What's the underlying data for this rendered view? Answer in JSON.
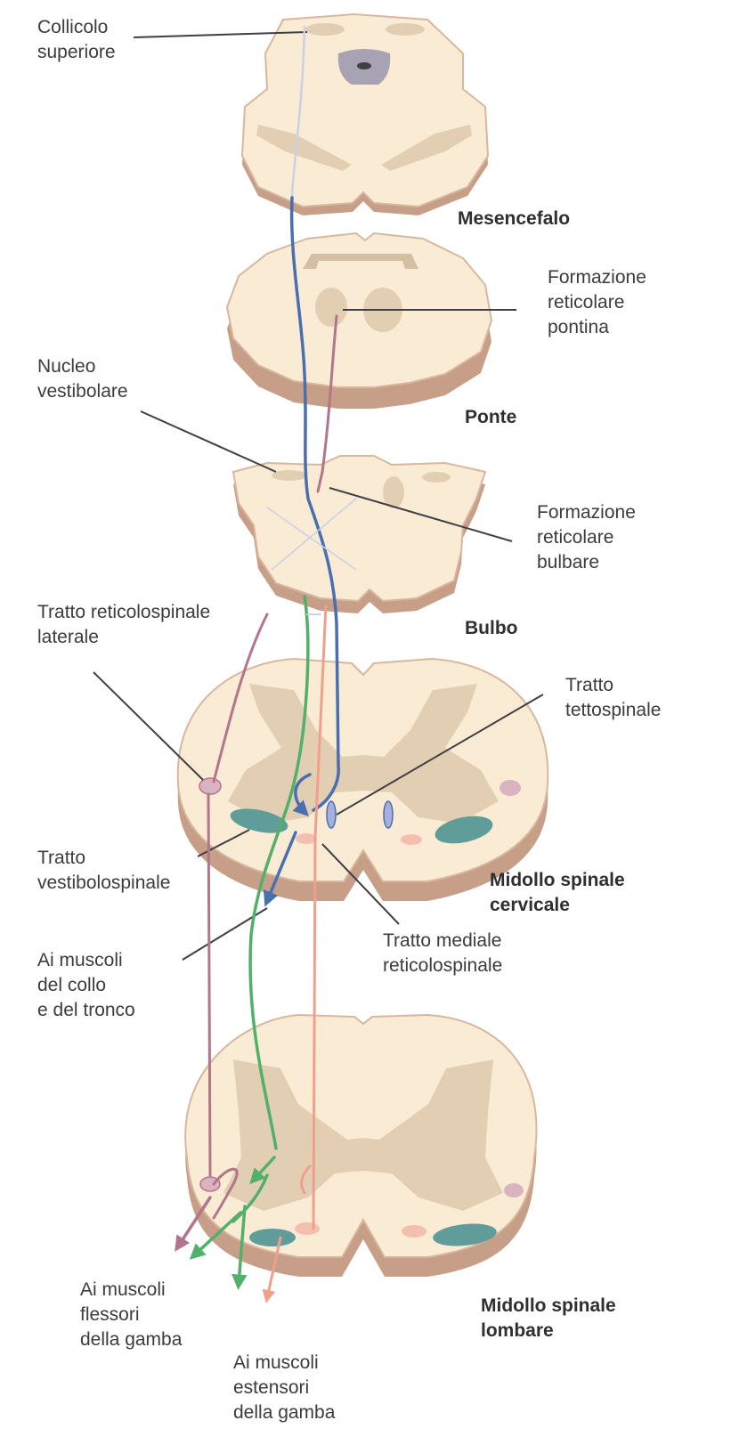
{
  "labels": {
    "collicolo_superiore": "Collicolo\nsuperiore",
    "mesencefalo": "Mesencefalo",
    "formazione_reticolare_pontina": "Formazione\nreticolare\npontina",
    "nucleo_vestibolare": "Nucleo\nvestibolare",
    "ponte": "Ponte",
    "formazione_reticolare_bulbare": "Formazione\nreticolare\nbulbare",
    "tratto_reticolospinale_laterale": "Tratto reticolospinale\nlaterale",
    "bulbo": "Bulbo",
    "tratto_tettospinale": "Tratto\ntettospinale",
    "tratto_vestibolospinale": "Tratto\nvestibolospinale",
    "midollo_spinale_cervicale": "Midollo spinale\ncervicale",
    "tratto_mediale_reticolospinale": "Tratto mediale\nreticolospinale",
    "ai_muscoli_collo_tronco": "Ai muscoli\ndel collo\ne del tronco",
    "ai_muscoli_flessori": "Ai muscoli\nflessori\ndella gamba",
    "ai_muscoli_estensori": "Ai muscoli\nestensori\ndella gamba",
    "midollo_spinale_lombare": "Midollo spinale\nlombare"
  },
  "colors": {
    "tissue": "#faecd4",
    "tissue_shadow": "#c79e88",
    "tissue_outline": "#d8b7a0",
    "grey_matter": "#e2cfb3",
    "tettospinale_tract": "#4a6fb0",
    "reticolospinale_laterale_tract": "#b2758a",
    "vestibolospinale_tract": "#52b06a",
    "reticolospinale_mediale_tract": "#f0a08a",
    "ventral_area": "#5f9c9a",
    "leader_line": "#3f3f44",
    "text": "#3b3b40"
  }
}
